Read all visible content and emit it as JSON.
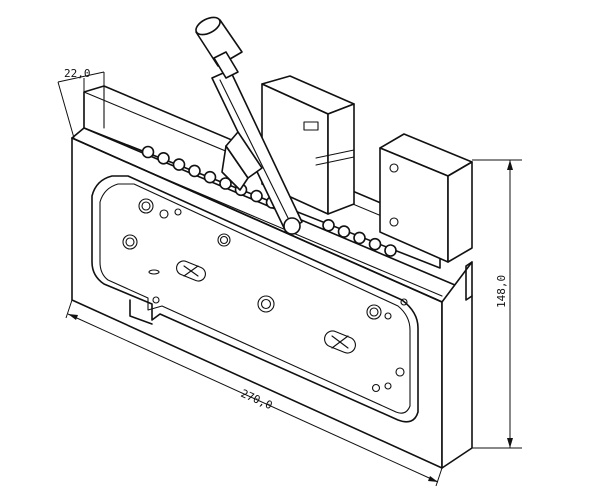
{
  "dimensions": {
    "width_label": "270,0",
    "height_label": "148,0",
    "depth_label": "22,0"
  },
  "colors": {
    "line": "#111111",
    "background": "#ffffff"
  }
}
